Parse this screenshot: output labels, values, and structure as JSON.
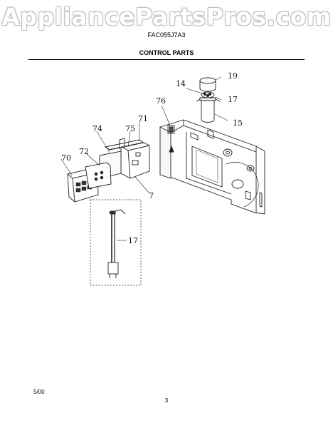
{
  "watermark": "AppliancePartsPros.com",
  "header": {
    "model": "FAC055J7A3",
    "section_title": "CONTROL PARTS"
  },
  "callouts": {
    "c19": "19",
    "c14": "14",
    "c17_top": "17",
    "c76": "76",
    "c15": "15",
    "c71": "71",
    "c74": "74",
    "c75": "75",
    "c72": "72",
    "c70": "70",
    "c7": "7",
    "c17_inset": "17"
  },
  "footer": {
    "date": "5/00",
    "page_number": "3"
  }
}
